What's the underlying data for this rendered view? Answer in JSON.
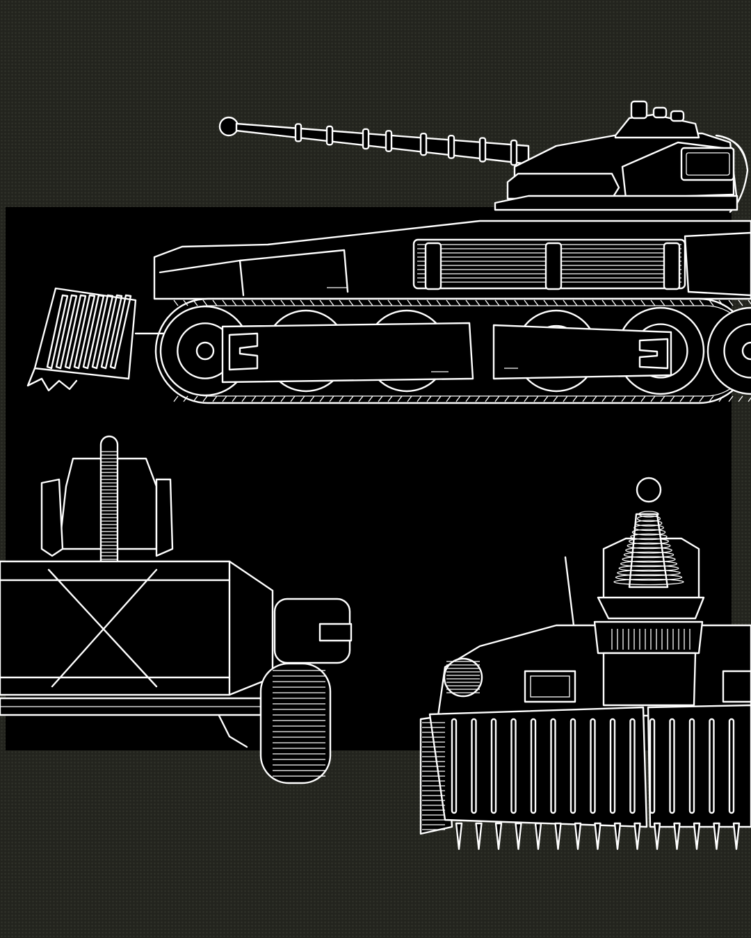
{
  "artwork": {
    "description_icon": "tank-blueprint-icon",
    "views": [
      {
        "id": "side-view"
      },
      {
        "id": "rear-three-quarter-view"
      },
      {
        "id": "front-view"
      }
    ]
  },
  "colors": {
    "background": "#23241e",
    "panel": "#000000",
    "line": "#ffffff"
  }
}
